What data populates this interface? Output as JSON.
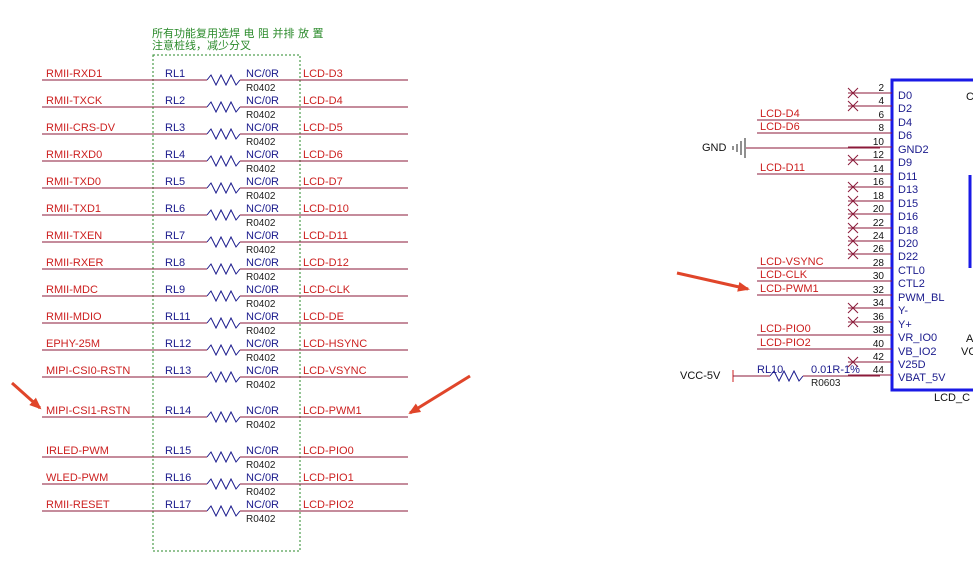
{
  "note": {
    "line1": "所有功能复用选焊 电 阻 并排  放   置",
    "line2": "注意桩线，减少分叉"
  },
  "resistors": [
    {
      "left": "RMII-RXD1",
      "ref": "RL1",
      "value": "NC/0R",
      "package": "R0402",
      "right": "LCD-D3"
    },
    {
      "left": "RMII-TXCK",
      "ref": "RL2",
      "value": "NC/0R",
      "package": "R0402",
      "right": "LCD-D4"
    },
    {
      "left": "RMII-CRS-DV",
      "ref": "RL3",
      "value": "NC/0R",
      "package": "R0402",
      "right": "LCD-D5"
    },
    {
      "left": "RMII-RXD0",
      "ref": "RL4",
      "value": "NC/0R",
      "package": "R0402",
      "right": "LCD-D6"
    },
    {
      "left": "RMII-TXD0",
      "ref": "RL5",
      "value": "NC/0R",
      "package": "R0402",
      "right": "LCD-D7"
    },
    {
      "left": "RMII-TXD1",
      "ref": "RL6",
      "value": "NC/0R",
      "package": "R0402",
      "right": "LCD-D10"
    },
    {
      "left": "RMII-TXEN",
      "ref": "RL7",
      "value": "NC/0R",
      "package": "R0402",
      "right": "LCD-D11"
    },
    {
      "left": "RMII-RXER",
      "ref": "RL8",
      "value": "NC/0R",
      "package": "R0402",
      "right": "LCD-D12"
    },
    {
      "left": "RMII-MDC",
      "ref": "RL9",
      "value": "NC/0R",
      "package": "R0402",
      "right": "LCD-CLK"
    },
    {
      "left": "RMII-MDIO",
      "ref": "RL11",
      "value": "NC/0R",
      "package": "R0402",
      "right": "LCD-DE"
    },
    {
      "left": "EPHY-25M",
      "ref": "RL12",
      "value": "NC/0R",
      "package": "R0402",
      "right": "LCD-HSYNC"
    },
    {
      "left": "MIPI-CSI0-RSTN",
      "ref": "RL13",
      "value": "NC/0R",
      "package": "R0402",
      "right": "LCD-VSYNC"
    },
    {
      "left": "MIPI-CSI1-RSTN",
      "ref": "RL14",
      "value": "NC/0R",
      "package": "R0402",
      "right": "LCD-PWM1"
    },
    {
      "left": "IRLED-PWM",
      "ref": "RL15",
      "value": "NC/0R",
      "package": "R0402",
      "right": "LCD-PIO0"
    },
    {
      "left": "WLED-PWM",
      "ref": "RL16",
      "value": "NC/0R",
      "package": "R0402",
      "right": "LCD-PIO1"
    },
    {
      "left": "RMII-RESET",
      "ref": "RL17",
      "value": "NC/0R",
      "package": "R0402",
      "right": "LCD-PIO2"
    }
  ],
  "connector": {
    "pins": [
      {
        "num": "2",
        "name": "D0",
        "net": "",
        "nc": true
      },
      {
        "num": "4",
        "name": "D2",
        "net": "",
        "nc": true
      },
      {
        "num": "6",
        "name": "D4",
        "net": "LCD-D4",
        "nc": false
      },
      {
        "num": "8",
        "name": "D6",
        "net": "LCD-D6",
        "nc": false
      },
      {
        "num": "10",
        "name": "GND2",
        "net": "",
        "nc": false
      },
      {
        "num": "12",
        "name": "D9",
        "net": "",
        "nc": true
      },
      {
        "num": "14",
        "name": "D11",
        "net": "LCD-D11",
        "nc": false
      },
      {
        "num": "16",
        "name": "D13",
        "net": "",
        "nc": true
      },
      {
        "num": "18",
        "name": "D15",
        "net": "",
        "nc": true
      },
      {
        "num": "20",
        "name": "D16",
        "net": "",
        "nc": true
      },
      {
        "num": "22",
        "name": "D18",
        "net": "",
        "nc": true
      },
      {
        "num": "24",
        "name": "D20",
        "net": "",
        "nc": true
      },
      {
        "num": "26",
        "name": "D22",
        "net": "",
        "nc": true
      },
      {
        "num": "28",
        "name": "CTL0",
        "net": "LCD-VSYNC",
        "nc": false
      },
      {
        "num": "30",
        "name": "CTL2",
        "net": "LCD-CLK",
        "nc": false
      },
      {
        "num": "32",
        "name": "PWM_BL",
        "net": "LCD-PWM1",
        "nc": false
      },
      {
        "num": "34",
        "name": "Y-",
        "net": "",
        "nc": true
      },
      {
        "num": "36",
        "name": "Y+",
        "net": "",
        "nc": true
      },
      {
        "num": "38",
        "name": "VR_IO0",
        "net": "LCD-PIO0",
        "nc": false
      },
      {
        "num": "40",
        "name": "VB_IO2",
        "net": "LCD-PIO2",
        "nc": false
      },
      {
        "num": "42",
        "name": "V25D",
        "net": "",
        "nc": true
      },
      {
        "num": "44",
        "name": "VBAT_5V",
        "net": "",
        "nc": false
      }
    ],
    "gnd_label": "GND",
    "vcc_label": "VCC-5V",
    "vcc_res_ref": "RL10",
    "vcc_res_value": "0.01R-1%",
    "vcc_res_package": "R0603",
    "part_label": "LCD_C",
    "edge_label_a": "A",
    "edge_label_vc": "VC",
    "edge_label_c": "C"
  },
  "colors": {
    "net_line": "#8b1a3a",
    "net_text": "#cc1f1f",
    "ref_text": "#1a1a8c",
    "box_border": "#2a8a2a",
    "connector_border": "#1a1ae6",
    "arrow": "#e0452a"
  }
}
